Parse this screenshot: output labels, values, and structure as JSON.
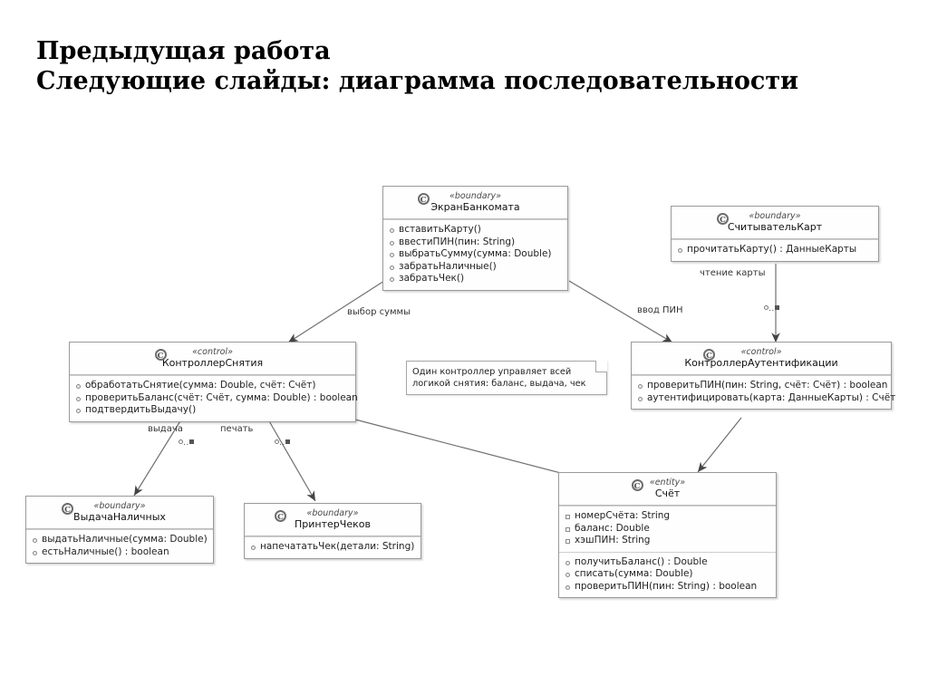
{
  "title": {
    "line1": "Предыдущая работа",
    "line2": "Следующие слайды: диаграмма последовательности"
  },
  "diagram": {
    "type": "uml-class-diagram",
    "classes": [
      {
        "id": "screen",
        "stereotype": "«boundary»",
        "name": "ЭкранБанкомата",
        "icon": "C",
        "attributes": [],
        "methods": [
          "вставитьКарту()",
          "ввестиПИН(пин: String)",
          "выбратьСумму(сумма: Double)",
          "забратьНаличные()",
          "забратьЧек()"
        ]
      },
      {
        "id": "cardreader",
        "stereotype": "«boundary»",
        "name": "СчитывательКарт",
        "icon": "C",
        "attributes": [],
        "methods": [
          "прочитатьКарту() : ДанныеКарты"
        ]
      },
      {
        "id": "withdrawctrl",
        "stereotype": "«control»",
        "name": "КонтроллерСнятия",
        "icon": "C",
        "attributes": [],
        "methods": [
          "обработатьСнятие(сумма: Double, счёт: Счёт)",
          "проверитьБаланс(счёт: Счёт, сумма: Double) : boolean",
          "подтвердитьВыдачу()"
        ]
      },
      {
        "id": "authctrl",
        "stereotype": "«control»",
        "name": "КонтроллерАутентификации",
        "icon": "C",
        "attributes": [],
        "methods": [
          "проверитьПИН(пин: String, счёт: Счёт) : boolean",
          "аутентифицировать(карта: ДанныеКарты) : Счёт"
        ]
      },
      {
        "id": "dispenser",
        "stereotype": "«boundary»",
        "name": "ВыдачаНаличных",
        "icon": "C",
        "attributes": [],
        "methods": [
          "выдатьНаличные(сумма: Double)",
          "естьНаличные() : boolean"
        ]
      },
      {
        "id": "printer",
        "stereotype": "«boundary»",
        "name": "ПринтерЧеков",
        "icon": "C",
        "attributes": [],
        "methods": [
          "напечататьЧек(детали: String)"
        ]
      },
      {
        "id": "account",
        "stereotype": "«entity»",
        "name": "Счёт",
        "icon": "C",
        "attributes": [
          "номерСчёта: String",
          "баланс: Double",
          "хэшПИН: String"
        ],
        "methods": [
          "получитьБаланс() : Double",
          "списать(сумма: Double)",
          "проверитьПИН(пин: String) : boolean"
        ]
      }
    ],
    "note": {
      "line1": "Один контроллер управляет всей",
      "line2": "логикой снятия: баланс, выдача, чек"
    },
    "edge_labels": [
      {
        "id": "sum-choice",
        "text": "выбор суммы"
      },
      {
        "id": "pin-entry",
        "text": "ввод ПИН"
      },
      {
        "id": "card-read",
        "text": "чтение карты"
      },
      {
        "id": "dispense",
        "text": "выдача"
      },
      {
        "id": "print",
        "text": "печать"
      }
    ],
    "multiplicities": [
      "◇..■",
      "◇..■",
      "◇..■"
    ]
  },
  "colors": {
    "box_border": "#9a9a9a",
    "box_fill": "#fefefe",
    "line": "#6f6f6f",
    "text": "#222222",
    "title": "#000000"
  }
}
